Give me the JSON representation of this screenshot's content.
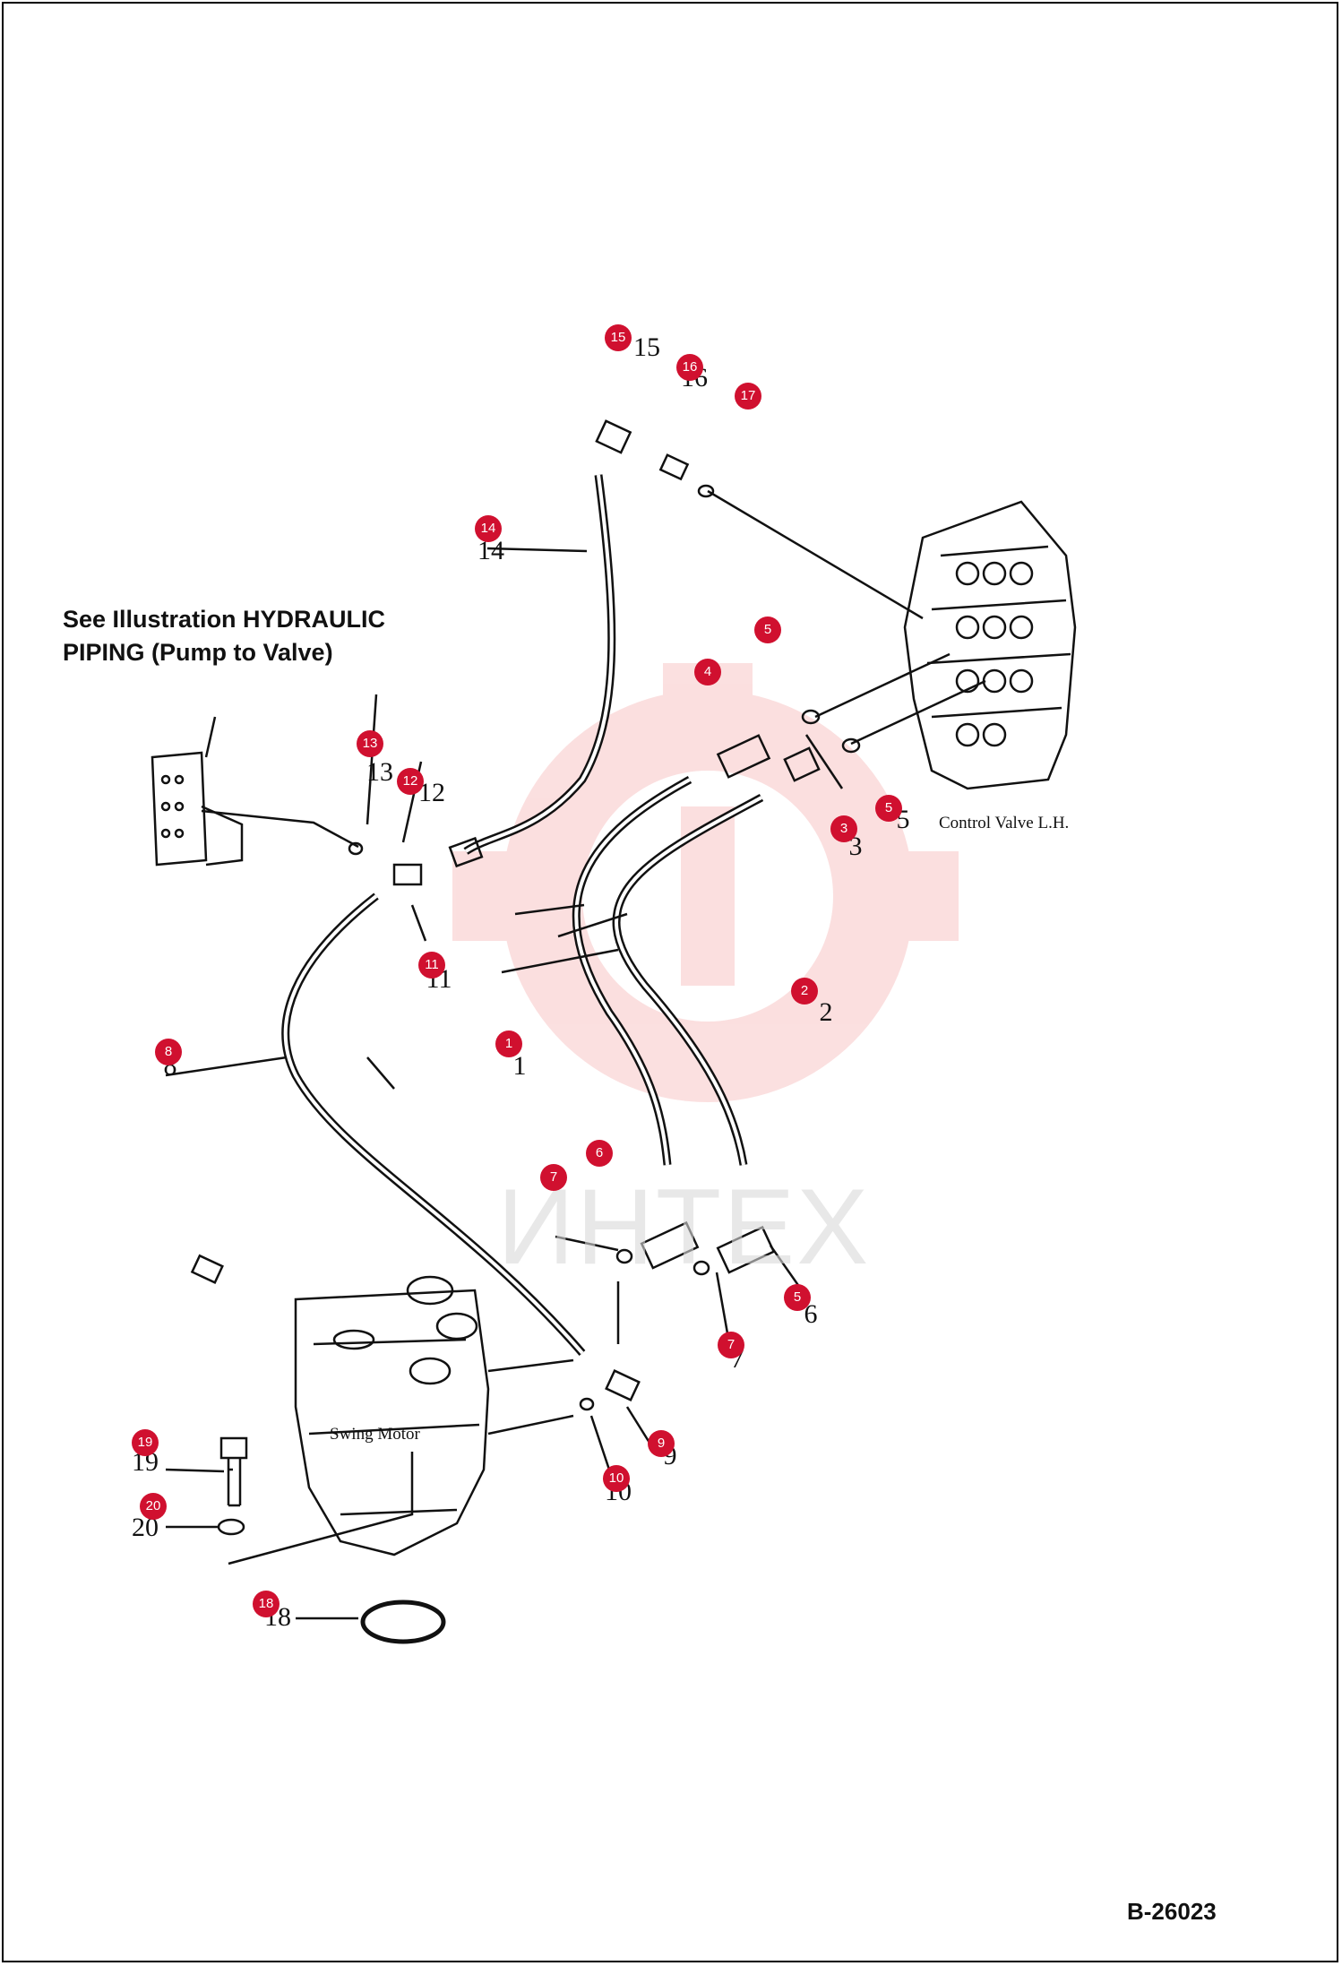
{
  "note": {
    "line1": "See Illustration HYDRAULIC",
    "line2": "PIPING (Pump to Valve)"
  },
  "labels": {
    "control_valve": "Control Valve L.H.",
    "swing_motor": "Swing Motor"
  },
  "watermark": "ИНТЕХ",
  "doc_code": "B-26023",
  "colors": {
    "badge": "#d0102f",
    "line": "#111111",
    "watermark_logo": "#f4a6a6"
  },
  "badges": [
    {
      "id": "1",
      "text": "1"
    },
    {
      "id": "2",
      "text": "2"
    },
    {
      "id": "3",
      "text": "3"
    },
    {
      "id": "4",
      "text": "4"
    },
    {
      "id": "5a",
      "text": "5"
    },
    {
      "id": "5b",
      "text": "5"
    },
    {
      "id": "5c",
      "text": "5"
    },
    {
      "id": "6",
      "text": "6"
    },
    {
      "id": "7a",
      "text": "7"
    },
    {
      "id": "7b",
      "text": "7"
    },
    {
      "id": "8",
      "text": "8"
    },
    {
      "id": "9",
      "text": "9"
    },
    {
      "id": "10",
      "text": "10"
    },
    {
      "id": "11",
      "text": "11"
    },
    {
      "id": "12",
      "text": "12"
    },
    {
      "id": "13",
      "text": "13"
    },
    {
      "id": "14",
      "text": "14"
    },
    {
      "id": "15",
      "text": "15"
    },
    {
      "id": "16",
      "text": "16"
    },
    {
      "id": "17",
      "text": "17"
    },
    {
      "id": "18",
      "text": "18"
    },
    {
      "id": "19",
      "text": "19"
    },
    {
      "id": "20",
      "text": "20"
    }
  ],
  "numbers": [
    "15",
    "16",
    "14",
    "13",
    "12",
    "11",
    "3",
    "5",
    "2",
    "1",
    "8",
    "6",
    "7",
    "9",
    "10",
    "19",
    "20",
    "18"
  ]
}
